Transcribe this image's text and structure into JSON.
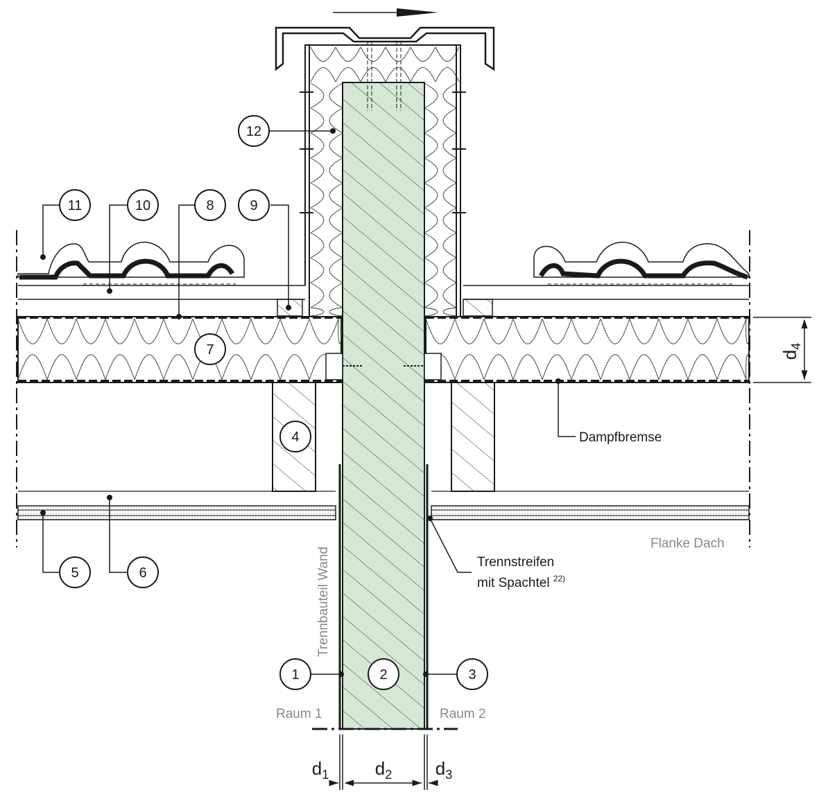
{
  "callouts": [
    "1",
    "2",
    "3",
    "4",
    "5",
    "6",
    "7",
    "8",
    "9",
    "10",
    "11",
    "12"
  ],
  "labels": {
    "dampfbremse": "Dampfbremse",
    "flanke_dach": "Flanke Dach",
    "trennstreifen_line1": "Trennstreifen",
    "trennstreifen_line2": "mit Spachtel",
    "trennstreifen_note": "22)",
    "trennbauteil_wand": "Trennbauteil Wand",
    "raum1": "Raum 1",
    "raum2": "Raum 2"
  },
  "dimensions": {
    "d1": {
      "base": "d",
      "sub": "1"
    },
    "d2": {
      "base": "d",
      "sub": "2"
    },
    "d3": {
      "base": "d",
      "sub": "3"
    },
    "d4": {
      "base": "d",
      "sub": "4"
    }
  },
  "colors": {
    "wall_fill": "#d5e8d4",
    "line": "#1a1a1a",
    "gray_text": "#888888",
    "insulation_hatch": "#e8e8e8"
  }
}
